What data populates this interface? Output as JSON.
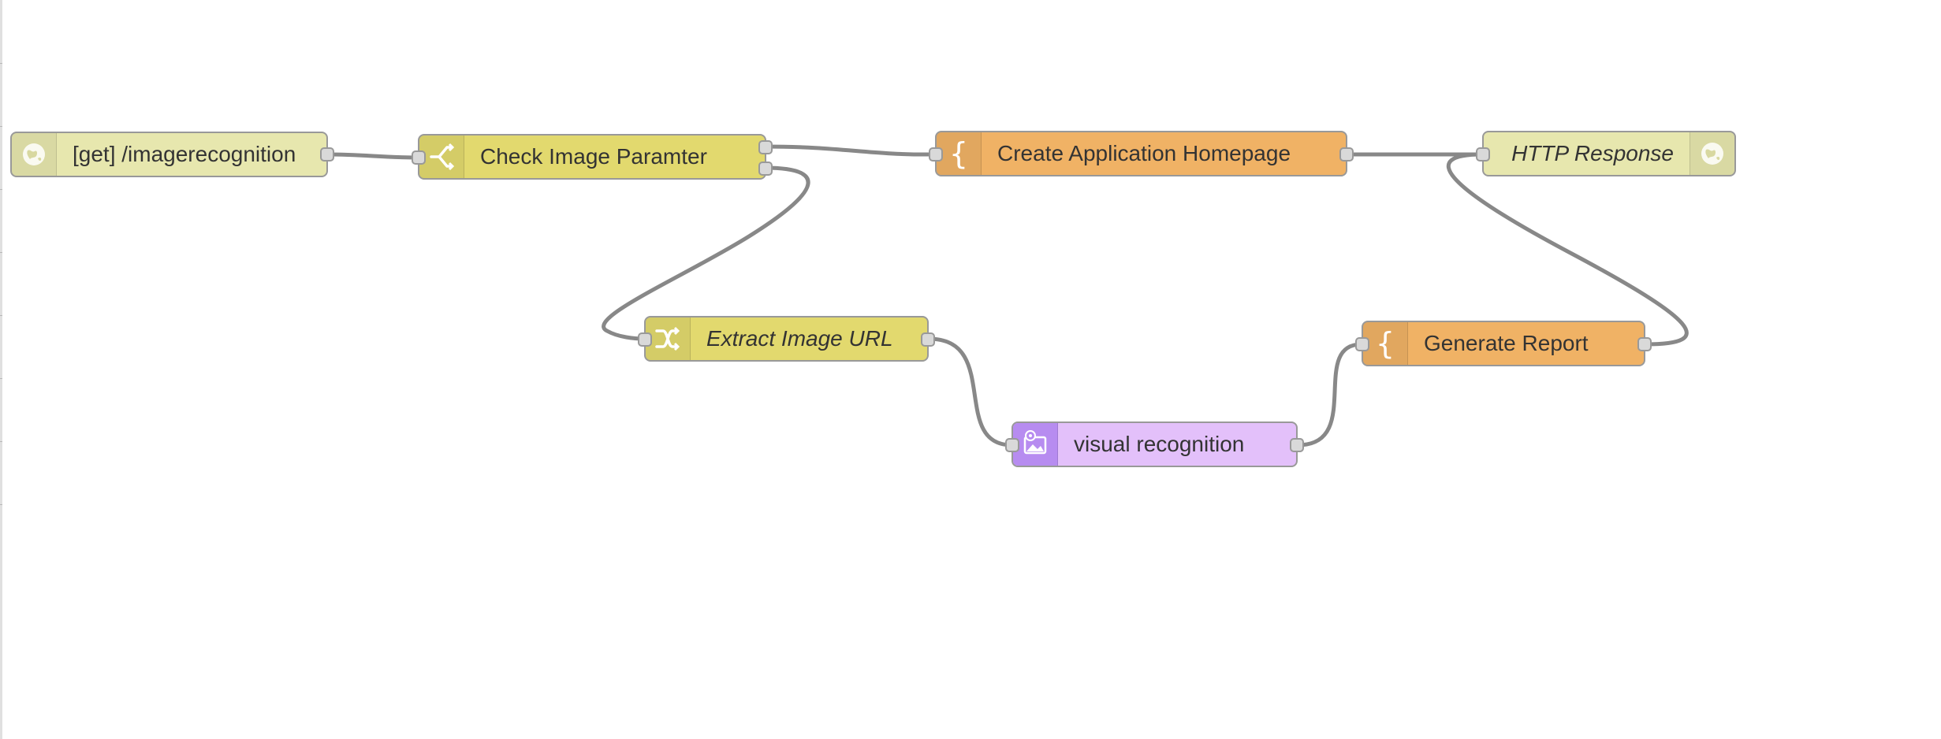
{
  "colors": {
    "http": "#e7e7ae",
    "switch": "#e2d96e",
    "template": "#f0b265",
    "visual": "#e3c0fa",
    "wire": "#888888"
  },
  "nodes": {
    "http_in": {
      "label": "[get] /imagerecognition",
      "icon": "globe-icon"
    },
    "switch": {
      "label": "Check Image Paramter",
      "icon": "switch-icon"
    },
    "create_homepage": {
      "label": "Create Application Homepage",
      "icon": "template-brace-icon"
    },
    "http_response": {
      "label": "HTTP Response",
      "icon": "globe-icon"
    },
    "extract_url": {
      "label": "Extract Image URL",
      "icon": "shuffle-icon"
    },
    "visual_recognition": {
      "label": "visual recognition",
      "icon": "image-recognition-icon"
    },
    "generate_report": {
      "label": "Generate Report",
      "icon": "template-brace-icon"
    }
  }
}
